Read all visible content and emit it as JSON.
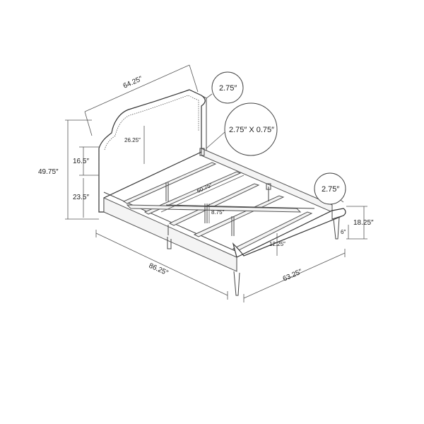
{
  "diagram": {
    "dimensions": {
      "headboard_width": "64.25″",
      "overall_height": "49.75″",
      "headboard_panel_height": "16.5″",
      "headboard_bottom_height": "23.5″",
      "headboard_inner_height": "26.25″",
      "slat_length": "60.75″",
      "support_leg_height": "8.75″",
      "overall_length": "86.25″",
      "overall_width": "63.25″",
      "footboard_height": "18.25″",
      "leg_height": "6″",
      "side_rail_height": "12.25″"
    },
    "callouts": {
      "headboard_thickness": "2.75″",
      "slat_size": "2.75″ X 0.75″",
      "footboard_thickness": "2.75″"
    }
  }
}
